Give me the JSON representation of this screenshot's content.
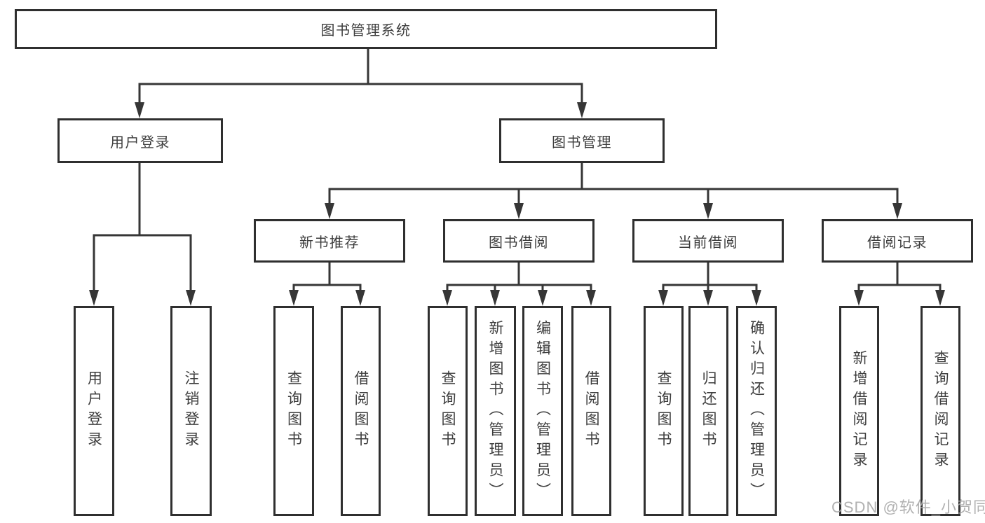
{
  "tree": {
    "label": "图书管理系统",
    "children": [
      {
        "label": "用户登录",
        "children": [
          {
            "label": "用户登录"
          },
          {
            "label": "注销登录"
          }
        ]
      },
      {
        "label": "图书管理",
        "children": [
          {
            "label": "新书推荐",
            "children": [
              {
                "label": "查询图书"
              },
              {
                "label": "借阅图书"
              }
            ]
          },
          {
            "label": "图书借阅",
            "children": [
              {
                "label": "查询图书"
              },
              {
                "label": "新增图书（管理员）"
              },
              {
                "label": "编辑图书（管理员）"
              },
              {
                "label": "借阅图书"
              }
            ]
          },
          {
            "label": "当前借阅",
            "children": [
              {
                "label": "查询图书"
              },
              {
                "label": "归还图书"
              },
              {
                "label": "确认归还（管理员）"
              }
            ]
          },
          {
            "label": "借阅记录",
            "children": [
              {
                "label": "新增借阅记录"
              },
              {
                "label": "查询借阅记录"
              }
            ]
          }
        ]
      }
    ]
  },
  "watermark": {
    "text": "CSDN @软件_小贺同学"
  },
  "colors": {
    "line": "#363636",
    "box_border": "#2f2f2f",
    "text": "#3d3d3d",
    "background": "#ffffff",
    "watermark": "#a8a8a8"
  }
}
